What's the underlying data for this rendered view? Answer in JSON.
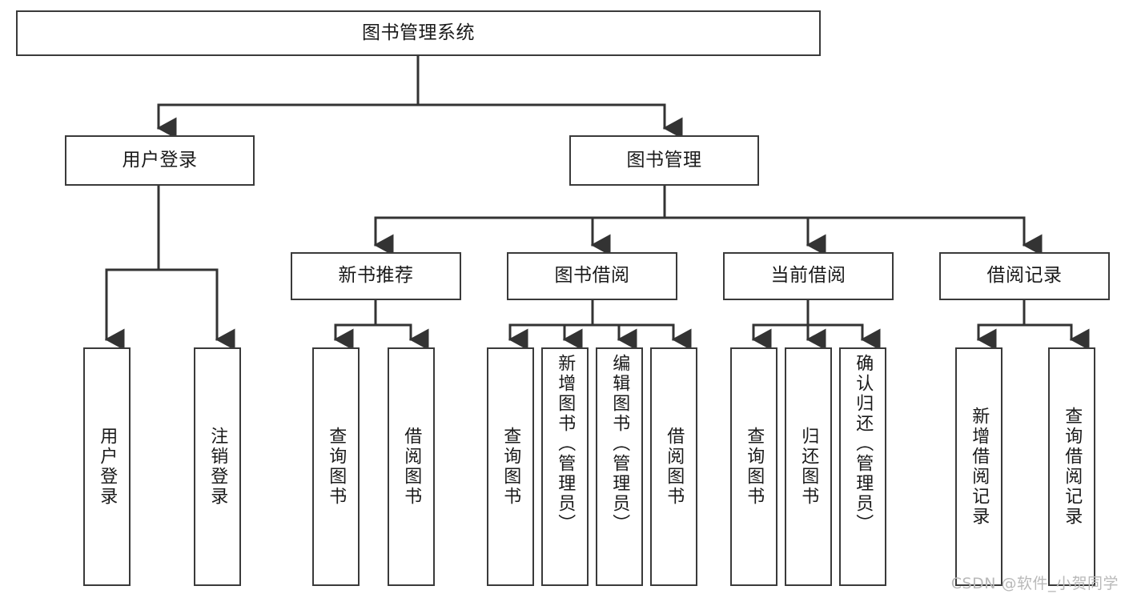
{
  "diagram": {
    "title": "图书管理系统",
    "type": "tree-hierarchy",
    "root": {
      "label": "图书管理系统"
    },
    "level1": [
      {
        "label": "用户登录"
      },
      {
        "label": "图书管理"
      }
    ],
    "level2": [
      {
        "label": "新书推荐"
      },
      {
        "label": "图书借阅"
      },
      {
        "label": "当前借阅"
      },
      {
        "label": "借阅记录"
      }
    ],
    "leaves": {
      "user_login": [
        {
          "label": "用户登录"
        },
        {
          "label": "注销登录"
        }
      ],
      "new_book_recommend": [
        {
          "label": "查询图书"
        },
        {
          "label": "借阅图书"
        }
      ],
      "book_borrow": [
        {
          "label": "查询图书"
        },
        {
          "label": "新增图书（管理员）"
        },
        {
          "label": "编辑图书（管理员）"
        },
        {
          "label": "借阅图书"
        }
      ],
      "current_borrow": [
        {
          "label": "查询图书"
        },
        {
          "label": "归还图书"
        },
        {
          "label": "确认归还（管理员）"
        }
      ],
      "borrow_record": [
        {
          "label": "新增借阅记录"
        },
        {
          "label": "查询借阅记录"
        }
      ]
    }
  },
  "watermark": {
    "text": "CSDN @软件_小贺同学"
  },
  "colors": {
    "box_border": "#3a3a3a",
    "box_fill": "#ffffff",
    "connector": "#333333",
    "text": "#1a1a1a",
    "watermark": "#b9b9b9"
  }
}
